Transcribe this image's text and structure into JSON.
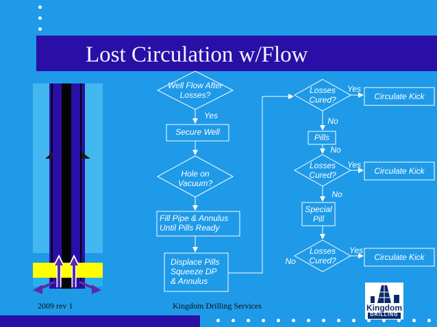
{
  "slide": {
    "title": "Lost Circulation w/Flow",
    "footer_left": "2009 rev 1",
    "footer_center": "Kingdom Drilling Services"
  },
  "flow": {
    "well_flow": "Well Flow After\nLosses?",
    "yes_1": "Yes",
    "secure_well": "Secure Well",
    "hole_vacuum": "Hole on\nVacuum?",
    "fill_pipe": "Fill Pipe & Annulus\nUntil Pills Ready",
    "displace": "Displace Pills\nSqueeze DP\n& Annulus",
    "losses_cured_1": "Losses\nCured?",
    "yes_2": "Yes",
    "circ_kick_1": "Circulate Kick",
    "no_1": "No",
    "pills": "Pills",
    "no_2": "No",
    "losses_cured_2": "Losses\nCured?",
    "yes_3": "Yes",
    "circ_kick_2": "Circulate Kick",
    "no_3": "No",
    "special_pill": "Special\nPill",
    "losses_cured_3": "Losses\nCured?",
    "yes_4": "Yes",
    "circ_kick_3": "Circulate Kick",
    "no_4": "No"
  },
  "logo": {
    "line1": "Kingdom",
    "line2": "DRILLING"
  },
  "colors": {
    "background": "#1e9ae8",
    "title_bar": "#2a0fa6",
    "fluid": "#ffff00",
    "arrow": "#5b2ca8"
  }
}
